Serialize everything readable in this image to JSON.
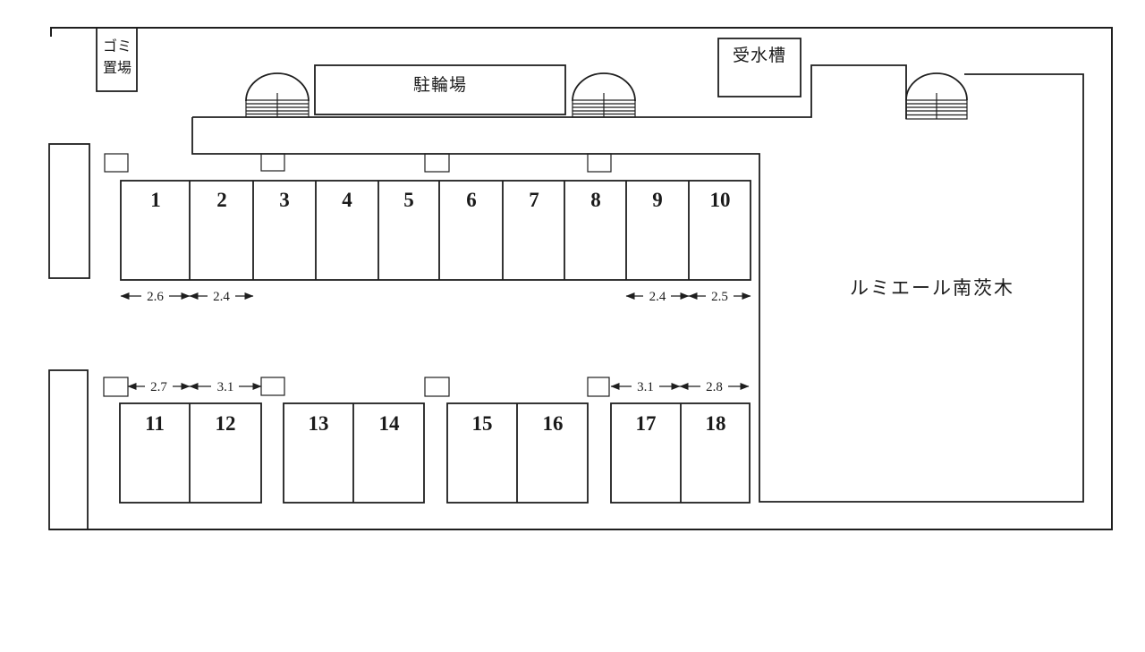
{
  "diagram": {
    "garbage_area": {
      "line1": "ゴミ",
      "line2": "置場"
    },
    "bicycle_parking_label": "駐輪場",
    "water_tank_label": "受水槽",
    "building_name": "ルミエール南茨木"
  },
  "spaces": {
    "row1": [
      "1",
      "2",
      "3",
      "4",
      "5",
      "6",
      "7",
      "8",
      "9",
      "10"
    ],
    "row2": [
      "11",
      "12",
      "13",
      "14",
      "15",
      "16",
      "17",
      "18"
    ]
  },
  "dimensions": {
    "row1_left": [
      "2.6",
      "2.4"
    ],
    "row1_right": [
      "2.4",
      "2.5"
    ],
    "row2_left": [
      "2.7",
      "3.1"
    ],
    "row2_right": [
      "3.1",
      "2.8"
    ]
  },
  "colors": {
    "line": "#1f1f1f",
    "background": "#ffffff"
  }
}
